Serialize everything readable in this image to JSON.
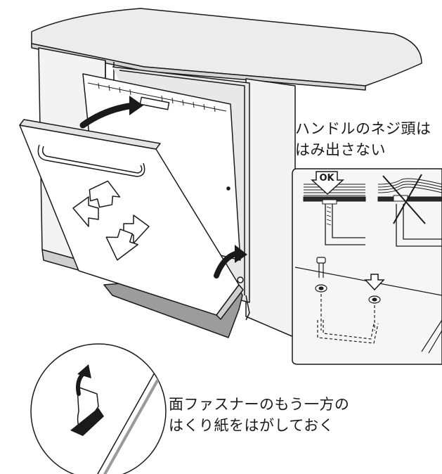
{
  "annotations": {
    "handle_screw_note": {
      "line1": "ハンドルのネジ頭は",
      "line2": "はみ出さない"
    },
    "velcro_note": {
      "line1": "面ファスナーのもう一方の",
      "line2": "はくり紙をはがしておく"
    },
    "ok_badge": "OK"
  },
  "colors": {
    "line": "#1a1a1a",
    "panel_fill": "#ffffff",
    "cabinet_fill": "#f2f2f2",
    "counter_fill": "#e9e9e9",
    "shadow_fill": "#9a9a9a",
    "base_fill": "#c8c8c8",
    "detail_bg": "#f4f4f4"
  },
  "icons": [
    "arrow-curved-icon",
    "ok-badge-icon",
    "cross-icon",
    "down-arrow-icon",
    "screw-icon",
    "velcro-peel-icon"
  ]
}
